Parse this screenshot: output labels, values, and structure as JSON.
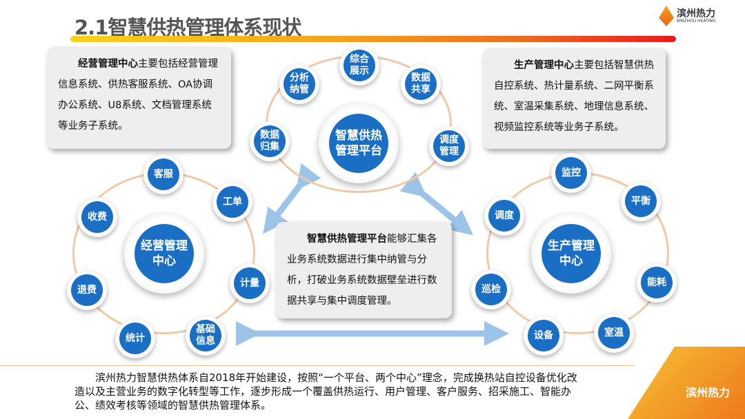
{
  "header": {
    "title": "2.1智慧供热管理体系现状",
    "logo_text": "滨州热力",
    "logo_sub": "BINZHOU HEATING"
  },
  "boxes": {
    "left": {
      "bold": "经营管理中心",
      "text": "主要包括经营管理信息系统、供热客服系统、OA协调办公系统、U8系统、文档管理系统等业务子系统。"
    },
    "right": {
      "bold": "生产管理中心",
      "text": "主要包括智慧供热自控系统、热计量系统、二网平衡系统、室温采集系统、地理信息系统、视频监控系统等业务子系统。"
    },
    "middle": {
      "bold": "智慧供热管理平台",
      "text": "能够汇集各业务系统数据进行集中纳管与分析，打破业务系统数据壁垒进行数据共享与集中调度管理。"
    }
  },
  "centers": {
    "top": "智慧供热管理平台",
    "left": "经营管理中心",
    "right": "生产管理中心"
  },
  "nodes": {
    "top": [
      "分析纳管",
      "综合展示",
      "数据共享",
      "数据归集",
      "调度管理"
    ],
    "left": [
      "客服",
      "工单",
      "收费",
      "计量",
      "退费",
      "统计",
      "基础信息"
    ],
    "right": [
      "监控",
      "平衡",
      "调度",
      "能耗",
      "巡检",
      "室温",
      "设备"
    ]
  },
  "footer": {
    "text": "滨州热力智慧供热体系自2018年开始建设，按照“一个平台、两个中心”理念，完成换热站自控设备优化改造以及主营业务的数字化转型等工作，逐步形成一个覆盖供热运行、用户管理、客户服务、招采施工、智能办公、绩效考核等领域的智慧供热管理体系。",
    "logo_text": "滨州热力"
  }
}
